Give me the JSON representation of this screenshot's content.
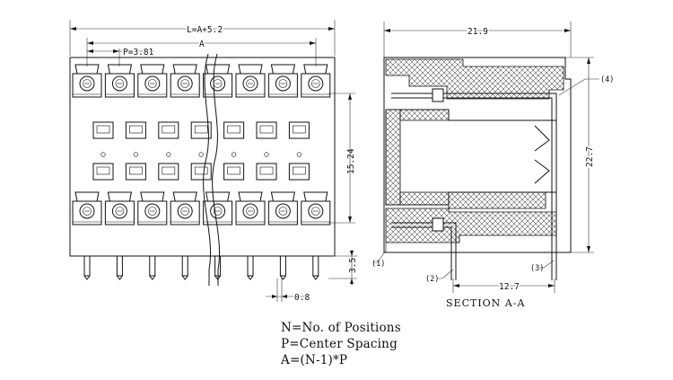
{
  "dimensions": {
    "overall_length": "L=A+5.2",
    "span_a": "A",
    "pitch": "P=3.81",
    "height": "15.24",
    "pin_length": "3.5",
    "pin_width": "0.8",
    "section_width": "21.9",
    "section_height": "22.7",
    "pin_offset": "12.7"
  },
  "callouts": [
    "(1)",
    "(2)",
    "(3)",
    "(4)"
  ],
  "section_title": "SECTION A-A",
  "notes": [
    "N=No. of Positions",
    "P=Center Spacing",
    "A=(N-1)*P"
  ],
  "positions_per_row": 8
}
